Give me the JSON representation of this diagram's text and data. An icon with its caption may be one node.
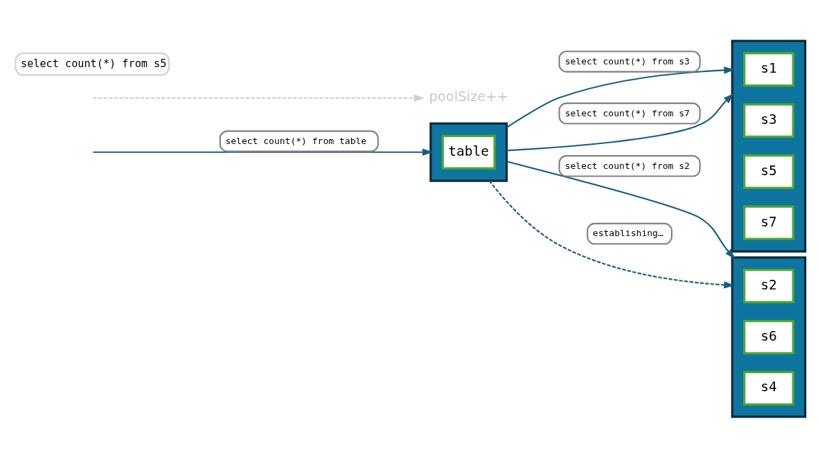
{
  "diagram": {
    "nodes": [
      {
        "text": [],
        "shape": "box"
      },
      {
        "text": [
          "table"
        ],
        "in": 0
      },
      {
        "text": [],
        "shape": "box"
      },
      {
        "text": [
          "s1"
        ],
        "in": 2
      },
      {
        "text": [
          "s3"
        ],
        "in": 2
      },
      {
        "text": [
          "s5"
        ],
        "in": 2
      },
      {
        "text": [
          "s7"
        ],
        "in": 2
      },
      {
        "text": [],
        "shape": "box"
      },
      {
        "text": [
          "s2"
        ],
        "in": 7
      },
      {
        "text": [
          "s6"
        ],
        "in": 7
      },
      {
        "text": [
          "s4"
        ],
        "in": 7
      },
      {
        "text": [
          "poolSize++"
        ]
      }
    ],
    "edges": [
      {
        "from": null,
        "to": 0,
        "arrow": "to",
        "label": "select count(*) from table"
      },
      {
        "from": 0,
        "to": 2,
        "arrow": "to",
        "label": "select count(*) from s3"
      },
      {
        "from": 0,
        "to": 2,
        "arrow": "to",
        "label": "select count(*) from s7"
      },
      {
        "from": 0,
        "to": 7,
        "arrow": "to",
        "label": "select count(*) from s2"
      },
      {
        "from": 0,
        "to": 7,
        "arrow": "to",
        "style": "dashed",
        "label": "establishing…"
      },
      {
        "from": null,
        "to": 11,
        "arrow": "to",
        "style": "dashed",
        "color": "#d0d0d0"
      }
    ],
    "labels": [
      "select count(*) from s5"
    ]
  }
}
